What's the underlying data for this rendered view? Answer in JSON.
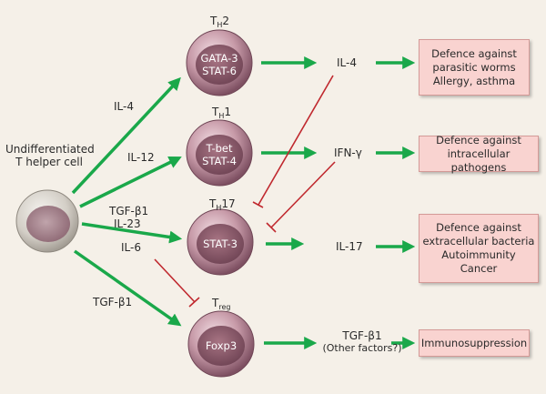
{
  "undifferentiated": {
    "line1": "Undifferentiated",
    "line2": "T helper cell"
  },
  "subsets": [
    {
      "name": "T",
      "sub": "H",
      "suffix": "2",
      "factors": [
        "GATA-3",
        "STAT-6"
      ]
    },
    {
      "name": "T",
      "sub": "H",
      "suffix": "1",
      "factors": [
        "T-bet",
        "STAT-4"
      ]
    },
    {
      "name": "T",
      "sub": "H",
      "suffix": "17",
      "factors": [
        "STAT-3"
      ]
    },
    {
      "name": "T",
      "sub": "reg",
      "suffix": "",
      "factors": [
        "Foxp3"
      ]
    }
  ],
  "inputs": {
    "th2": "IL-4",
    "th1": "IL-12",
    "th17a": "TGF-β1",
    "th17b": "IL-23",
    "th17c": "IL-6",
    "treg": "TGF-β1"
  },
  "outputs": {
    "th2": "IL-4",
    "th1": "IFN-γ",
    "th17": "IL-17",
    "treg_1": "TGF-β1",
    "treg_2": "(Other factors?)"
  },
  "functions": {
    "th2": [
      "Defence against",
      "parasitic worms",
      "Allergy, asthma"
    ],
    "th1": [
      "Defence against",
      "intracellular pathogens"
    ],
    "th17": [
      "Defence against",
      "extracellular bacteria",
      "Autoimmunity",
      "Cancer"
    ],
    "treg": [
      "Immunosuppression"
    ]
  },
  "colors": {
    "activation": "#1aa84a",
    "inhibition": "#c0282e",
    "cell": "#9c6877",
    "box": "#f9d3d0"
  }
}
